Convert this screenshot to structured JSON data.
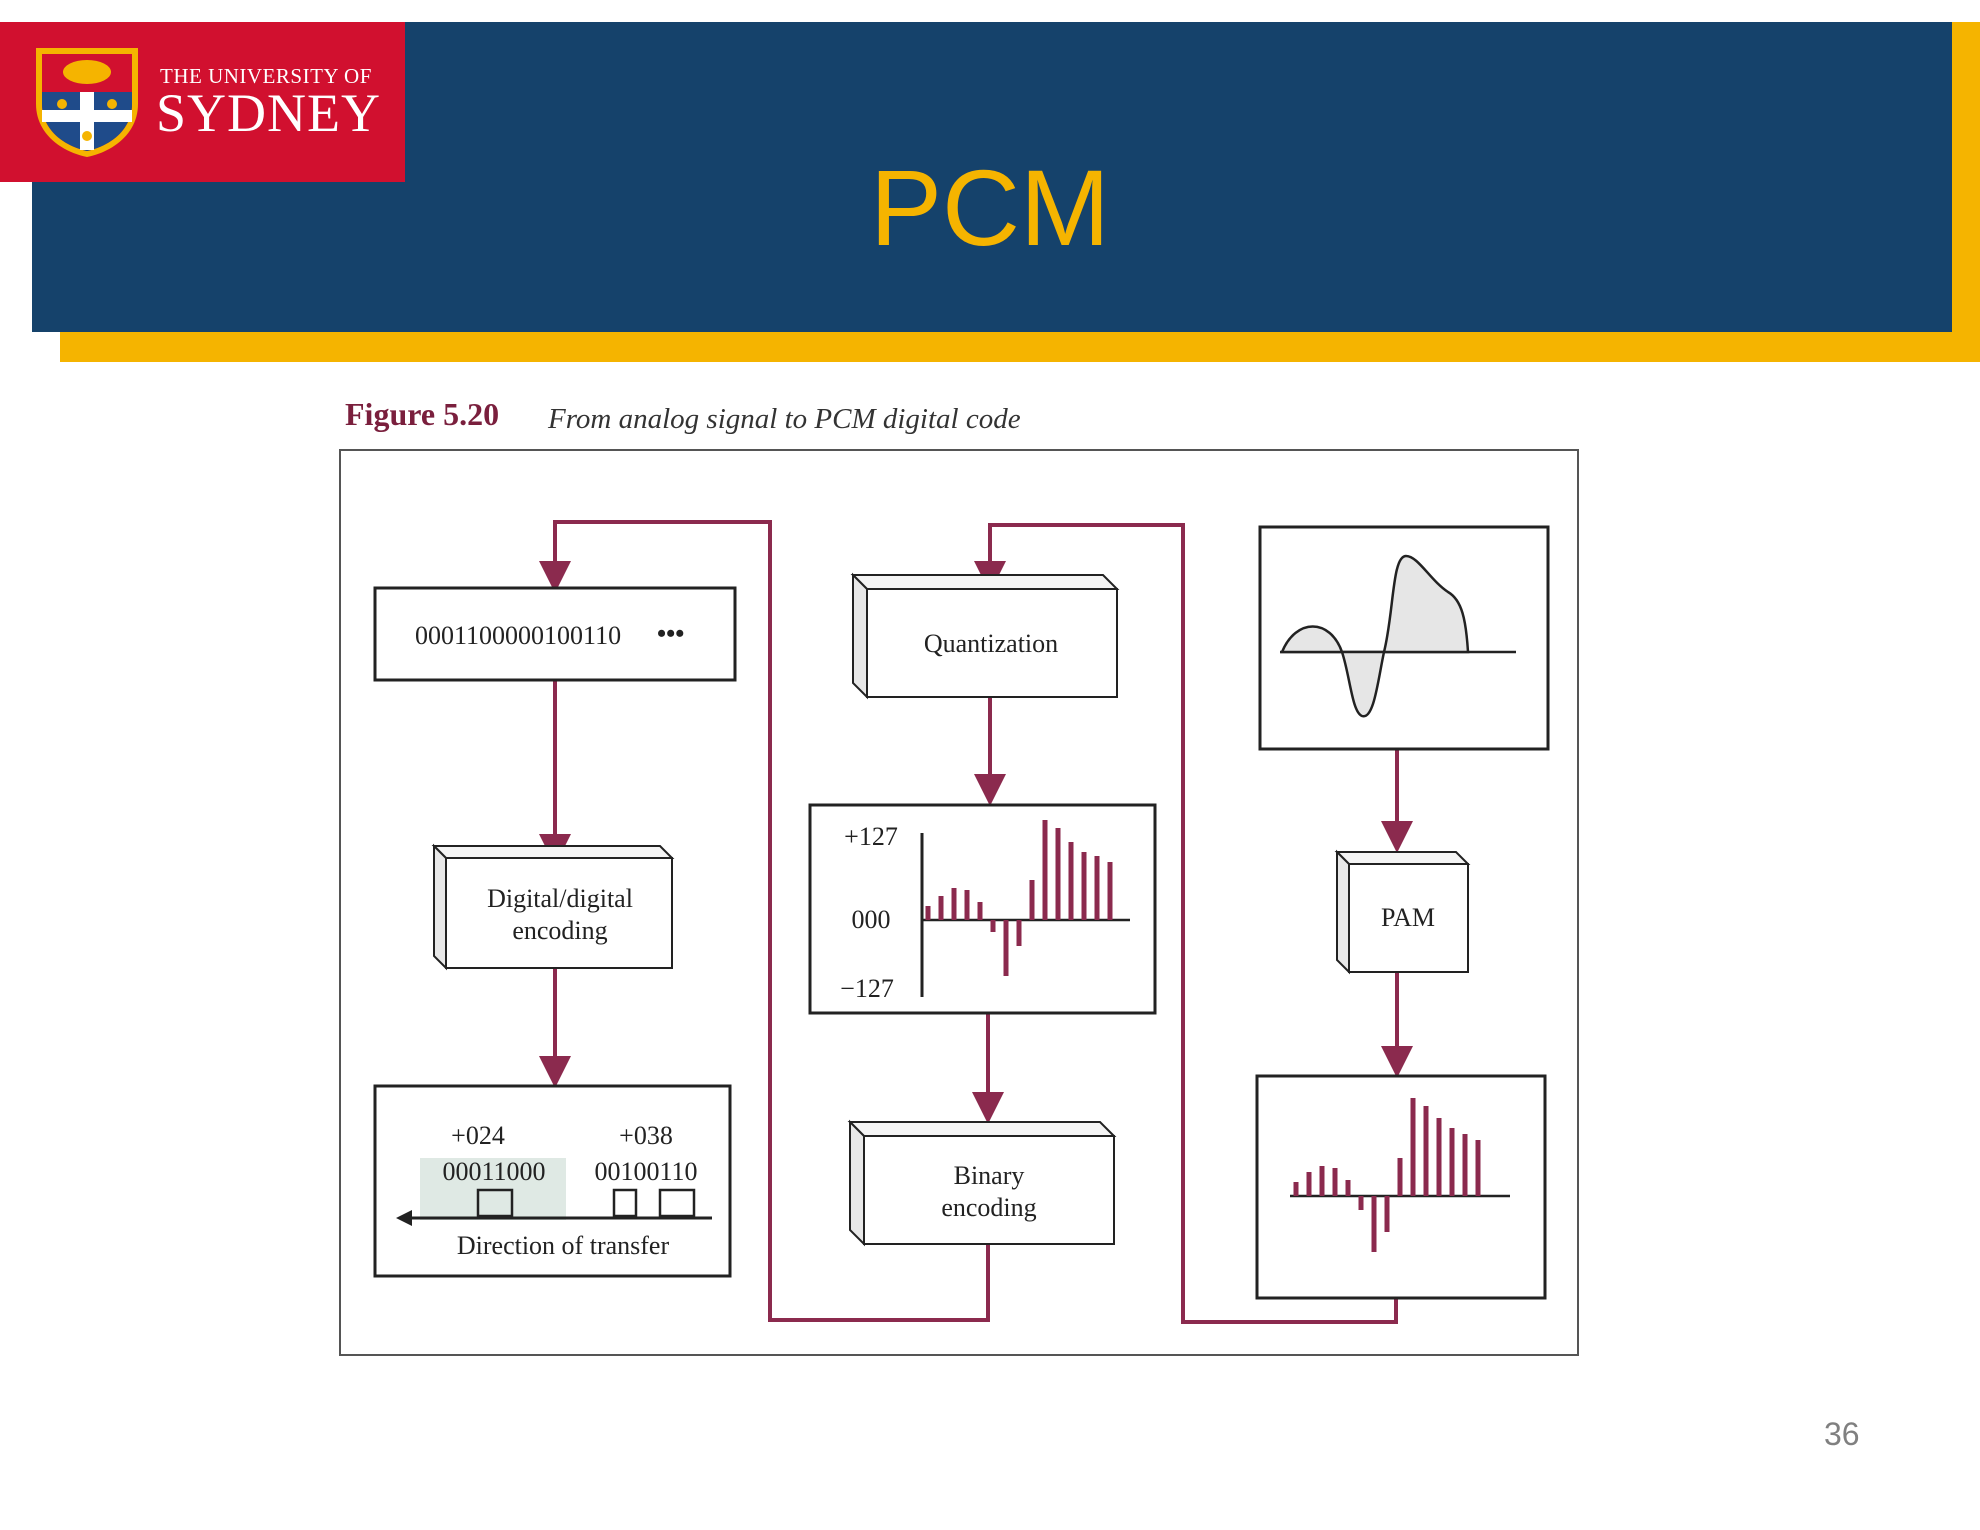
{
  "slide": {
    "title": "PCM",
    "page_number": "36",
    "colors": {
      "navy": "#15426b",
      "gold": "#f5b400",
      "red": "#d1102f",
      "arrow": "#8b2a4e"
    }
  },
  "logo": {
    "line1": "THE UNIVERSITY OF",
    "line2": "SYDNEY"
  },
  "figure": {
    "label": "Figure 5.20",
    "caption": "From analog signal to PCM digital code",
    "boxes": {
      "digital_code": "0001100000100110",
      "ellipsis": "•••",
      "dd_encoding_1": "Digital/digital",
      "dd_encoding_2": "encoding",
      "quantization": "Quantization",
      "binary_encoding_1": "Binary",
      "binary_encoding_2": "encoding",
      "pam": "PAM"
    },
    "quantized_plot": {
      "top_label": "+127",
      "mid_label": "000",
      "bottom_label": "−127"
    },
    "transfer": {
      "value1": "+024",
      "code1": "00011000",
      "value2": "+038",
      "code2": "00100110",
      "direction": "Direction of transfer"
    }
  }
}
